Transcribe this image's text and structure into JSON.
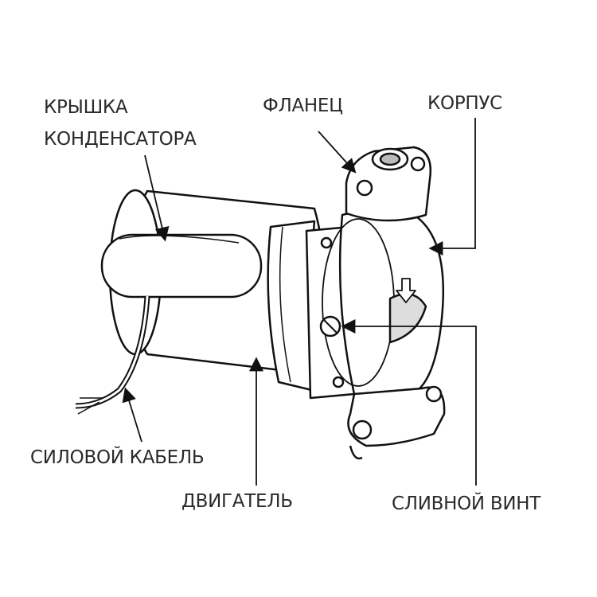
{
  "labels": {
    "capacitor_cover_line1": "КРЫШКА",
    "capacitor_cover_line2": "КОНДЕНСАТОРА",
    "flange": "ФЛАНЕЦ",
    "housing": "КОРПУС",
    "power_cable": "СИЛОВОЙ КАБЕЛЬ",
    "motor": "ДВИГАТЕЛЬ",
    "drain_screw": "СЛИВНОЙ ВИНТ"
  }
}
